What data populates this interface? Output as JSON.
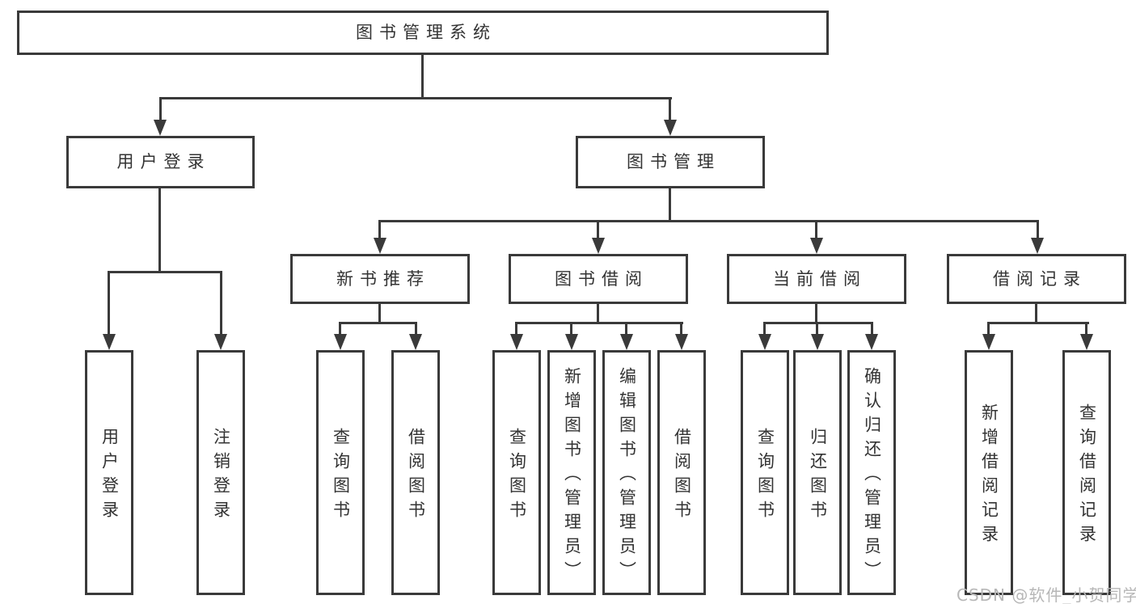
{
  "colors": {
    "line": "#3a3a3a",
    "box_border": "#3a3a3a",
    "box_fill": "#ffffff",
    "text": "#333333",
    "watermark": "#b7b7b7"
  },
  "nodes": {
    "root": "图书管理系统",
    "user_login": "用户登录",
    "book_mgmt": "图书管理",
    "new_book": "新书推荐",
    "book_borrow": "图书借阅",
    "current_borrow": "当前借阅",
    "borrow_record": "借阅记录",
    "leaf_user_login": "用户登录",
    "leaf_logout": "注销登录",
    "leaf_nb_query": "查询图书",
    "leaf_nb_borrow": "借阅图书",
    "leaf_bb_query": "查询图书",
    "leaf_bb_add": "新增图书（管理员）",
    "leaf_bb_edit": "编辑图书（管理员）",
    "leaf_bb_borrow": "借阅图书",
    "leaf_cb_query": "查询图书",
    "leaf_cb_return": "归还图书",
    "leaf_cb_confirm": "确认归还（管理员）",
    "leaf_br_add": "新增借阅记录",
    "leaf_br_query": "查询借阅记录"
  },
  "hierarchy": {
    "root": [
      "user_login",
      "book_mgmt"
    ],
    "user_login": [
      "leaf_user_login",
      "leaf_logout"
    ],
    "book_mgmt": [
      "new_book",
      "book_borrow",
      "current_borrow",
      "borrow_record"
    ],
    "new_book": [
      "leaf_nb_query",
      "leaf_nb_borrow"
    ],
    "book_borrow": [
      "leaf_bb_query",
      "leaf_bb_add",
      "leaf_bb_edit",
      "leaf_bb_borrow"
    ],
    "current_borrow": [
      "leaf_cb_query",
      "leaf_cb_return",
      "leaf_cb_confirm"
    ],
    "borrow_record": [
      "leaf_br_add",
      "leaf_br_query"
    ]
  },
  "watermark": {
    "text": "CSDN @软件_小贺同学"
  }
}
